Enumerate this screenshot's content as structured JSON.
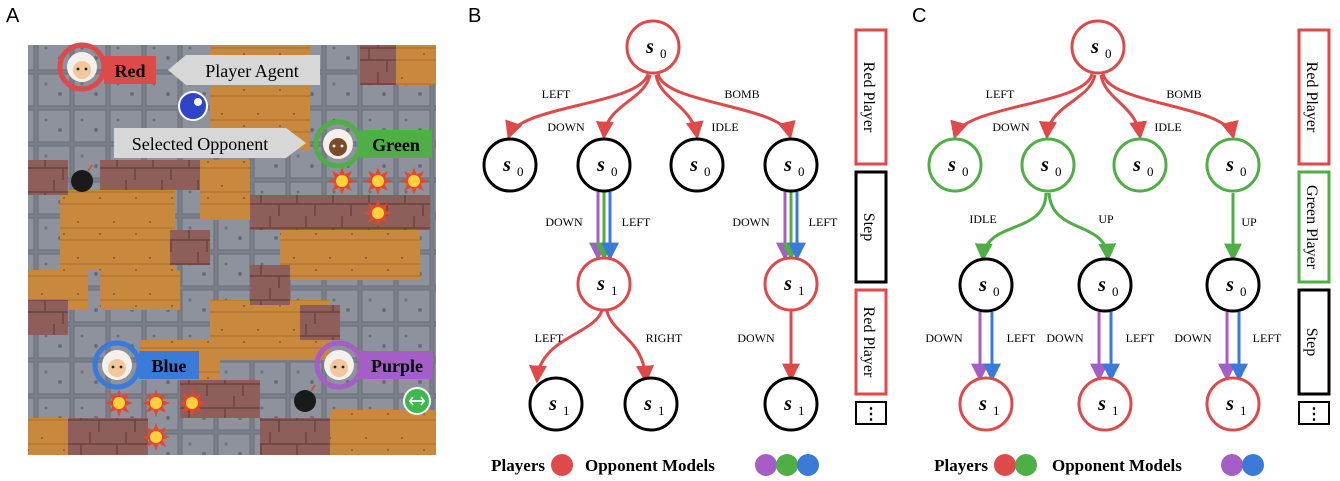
{
  "panels": {
    "a": "A",
    "b": "B",
    "c": "C"
  },
  "game": {
    "player_agent_label": "Player Agent",
    "selected_opponent_label": "Selected Opponent",
    "players": [
      {
        "name": "Red",
        "color": "#de4a4a"
      },
      {
        "name": "Green",
        "color": "#4fae45"
      },
      {
        "name": "Blue",
        "color": "#3a7ad9"
      },
      {
        "name": "Purple",
        "color": "#a45ec6"
      }
    ]
  },
  "tree_b": {
    "root": "s",
    "root_sub": "0",
    "actions_top": [
      "LEFT",
      "DOWN",
      "IDLE",
      "BOMB"
    ],
    "leaf_state": "s",
    "leaf_sub": "0",
    "mid_labels_left": [
      "DOWN",
      "LEFT"
    ],
    "mid_labels_right": [
      "DOWN",
      "LEFT"
    ],
    "s1_state": "s",
    "s1_sub": "1",
    "bottom_left_actions": [
      "LEFT",
      "RIGHT"
    ],
    "bottom_right_action": "DOWN",
    "sidebar": [
      "Red Player",
      "Step",
      "Red Player",
      "⋮"
    ],
    "legend": {
      "players": "Players",
      "opponents": "Opponent Models"
    }
  },
  "tree_c": {
    "actions_top": [
      "LEFT",
      "DOWN",
      "IDLE",
      "BOMB"
    ],
    "green_actions": [
      "IDLE",
      "UP",
      "UP"
    ],
    "bottom_labels": [
      "DOWN",
      "LEFT"
    ],
    "sidebar": [
      "Red Player",
      "Green Player",
      "Step",
      "⋮"
    ],
    "legend": {
      "players": "Players",
      "opponents": "Opponent Models"
    }
  },
  "colors": {
    "red": "#de4a4a",
    "green": "#4fae45",
    "blue": "#3a7ad9",
    "purple": "#a45ec6",
    "black": "#000000"
  }
}
